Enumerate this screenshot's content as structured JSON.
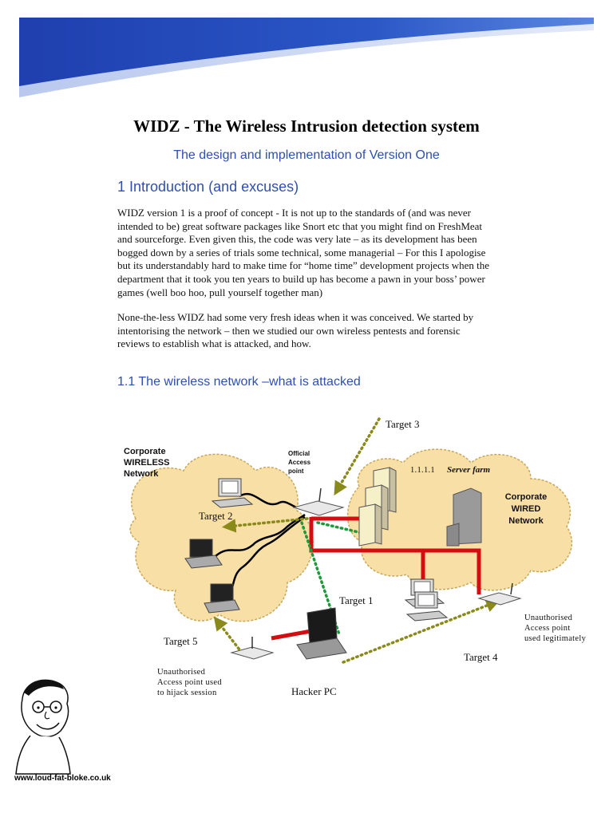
{
  "header": {
    "title": "WIDZ - The Wireless Intrusion detection system",
    "subtitle": "The design and implementation of Version One"
  },
  "section1": {
    "heading": "1  Introduction (and excuses)",
    "paragraph1_lines": [
      "WIDZ version 1 is a proof of concept - It is not up to the standards of  (and was never",
      "intended to be) great software packages like Snort etc that you might find on FreshMeat",
      "and sourceforge.  Even given this, the code was very late – as its development has been",
      "bogged down by a series of trials some technical, some managerial – For this I apologise",
      "but its understandably hard to make time for “home time” development projects when the",
      "department that it took you ten years to build up has become a pawn in your boss’ power",
      "games (well boo hoo, pull yourself together man)"
    ],
    "paragraph2_lines": [
      "None-the-less WIDZ had some very fresh ideas when it was conceived.  We started by",
      "intentorising the network – then  we studied our own wireless pentests and forensic",
      "reviews to establish what is attacked, and how."
    ]
  },
  "section1_1": {
    "heading": "1.1  The wireless network –what is attacked"
  },
  "diagram": {
    "wireless_label_lines": [
      "Corporate",
      "WIRELESS",
      "Network"
    ],
    "official_ap_lines": [
      "Official",
      "Access",
      "point"
    ],
    "server_farm_number": "1.1.1.1",
    "server_farm_label": "Server farm",
    "wired_label_lines": [
      "Corporate",
      "WIRED",
      "Network"
    ],
    "target1": "Target 1",
    "target2": "Target 2",
    "target3": "Target 3",
    "target4": "Target 4",
    "target5": "Target 5",
    "unauth_legit_lines": [
      "Unauthorised",
      "Access point",
      "used legitimately"
    ],
    "unauth_hijack_lines": [
      "Unauthorised",
      "Access point used",
      "to hijack session"
    ],
    "hacker_pc": "Hacker PC"
  },
  "footer": {
    "url": "www.loud-fat-bloke.co.uk"
  },
  "colors": {
    "header_blue": "#1f3fae",
    "heading_blue": "#2e4fb0",
    "cloud_fill": "#f8dfa6",
    "attack_arrow": "#8a8a1a",
    "wired_link": "#d40d12",
    "wireless_link": "#000000"
  }
}
